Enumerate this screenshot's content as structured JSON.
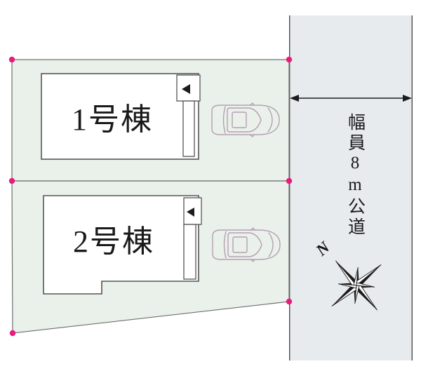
{
  "site_plan": {
    "buildings": [
      {
        "id": "building-1",
        "label": "1号棟"
      },
      {
        "id": "building-2",
        "label": "2号棟"
      }
    ],
    "road": {
      "label": "幅員8m公道"
    },
    "compass": {
      "label": "N"
    },
    "colors": {
      "lot_fill": "#eaf1ea",
      "road_fill": "#e8ebee",
      "lot_border": "#6f6f6f",
      "road_border": "#4d4d4d",
      "building_border": "#555555",
      "building_fill": "#ffffff",
      "corner_dot": "#e71d7d",
      "car_outline": "#b49fb4",
      "ink": "#1c1c1c",
      "label_text": "#1a1a1a"
    }
  }
}
